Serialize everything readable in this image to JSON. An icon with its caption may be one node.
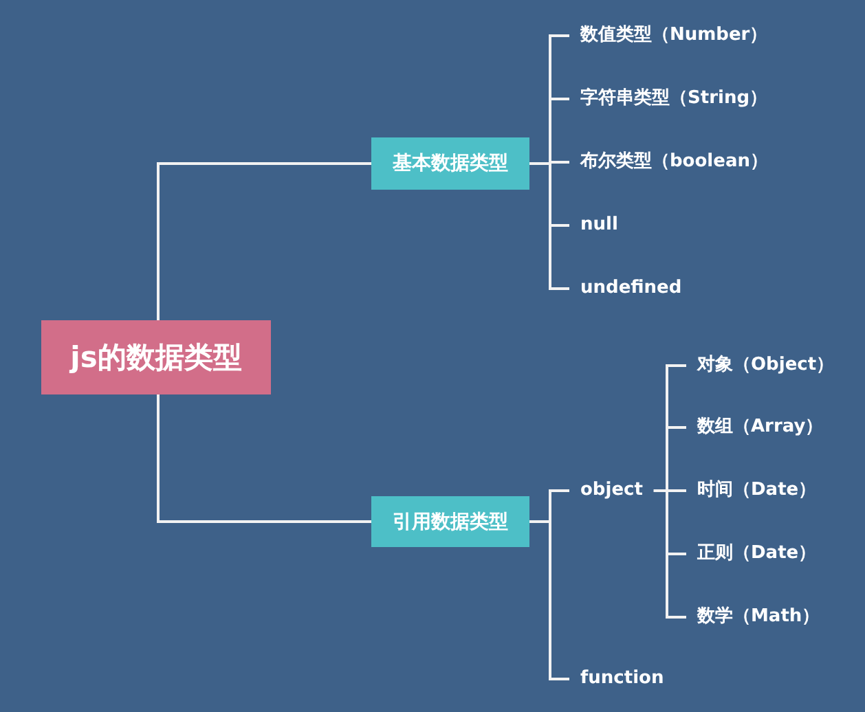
{
  "diagram": {
    "nodes": [
      {
        "text": [
          "js的数据类型"
        ]
      },
      {
        "text": [
          "基本数据类型"
        ]
      },
      {
        "text": [
          "数值类型（Number）"
        ]
      },
      {
        "text": [
          "字符串类型（String）"
        ]
      },
      {
        "text": [
          "布尔类型（boolean）"
        ]
      },
      {
        "text": [
          "null"
        ]
      },
      {
        "text": [
          "undefined"
        ]
      },
      {
        "text": [
          "引用数据类型"
        ]
      },
      {
        "text": [
          "object"
        ]
      },
      {
        "text": [
          "function"
        ]
      },
      {
        "text": [
          "对象（Object）"
        ]
      },
      {
        "text": [
          "数组（Array）"
        ]
      },
      {
        "text": [
          "时间（Date）"
        ]
      },
      {
        "text": [
          "正则（Date）"
        ]
      },
      {
        "text": [
          "数学（Math）"
        ]
      }
    ],
    "edges": [
      {
        "from": 0,
        "to": 1,
        "arrow": "none"
      },
      {
        "from": 0,
        "to": 7,
        "arrow": "none"
      },
      {
        "from": 1,
        "to": 2,
        "arrow": "none"
      },
      {
        "from": 1,
        "to": 3,
        "arrow": "none"
      },
      {
        "from": 1,
        "to": 4,
        "arrow": "none"
      },
      {
        "from": 1,
        "to": 5,
        "arrow": "none"
      },
      {
        "from": 1,
        "to": 6,
        "arrow": "none"
      },
      {
        "from": 7,
        "to": 8,
        "arrow": "none"
      },
      {
        "from": 7,
        "to": 9,
        "arrow": "none"
      },
      {
        "from": 8,
        "to": 10,
        "arrow": "none"
      },
      {
        "from": 8,
        "to": 11,
        "arrow": "none"
      },
      {
        "from": 8,
        "to": 12,
        "arrow": "none"
      },
      {
        "from": 8,
        "to": 13,
        "arrow": "none"
      },
      {
        "from": 8,
        "to": 14,
        "arrow": "none"
      }
    ]
  }
}
